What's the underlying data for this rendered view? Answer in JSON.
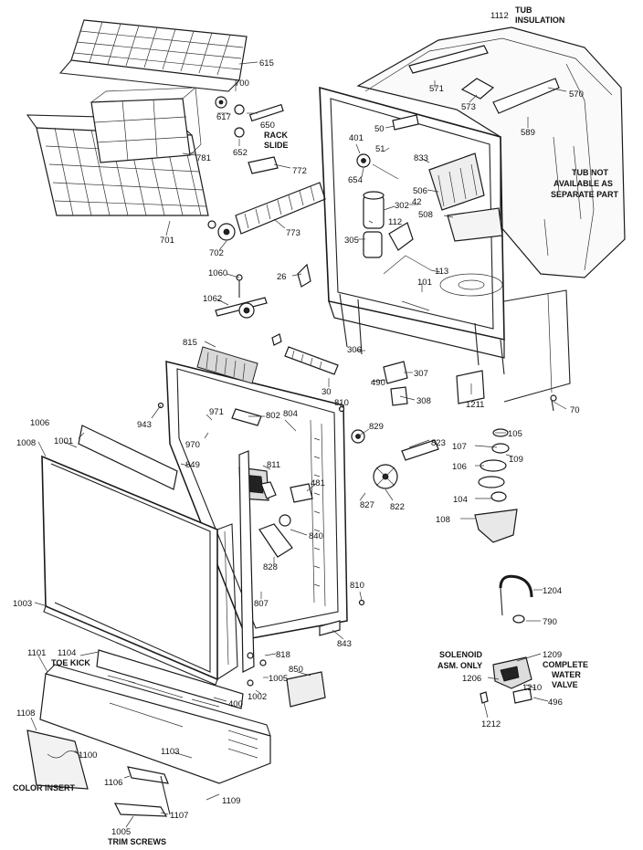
{
  "labels": {
    "l1112": "1112",
    "l615": "615",
    "l700": "700",
    "l617": "617",
    "l650": "650",
    "l652": "652",
    "l781": "781",
    "l772": "772",
    "l701": "701",
    "l702": "702",
    "l773": "773",
    "l571": "571",
    "l573": "573",
    "l570": "570",
    "l589": "589",
    "l50": "50",
    "l401": "401",
    "l51": "51",
    "l833": "833",
    "l654": "654",
    "l506": "506",
    "l302": "302",
    "l42": "42",
    "l508": "508",
    "l112": "112",
    "l305": "305",
    "l113": "113",
    "l101": "101",
    "l26": "26",
    "l1060": "1060",
    "l1062": "1062",
    "l815": "815",
    "l306": "306",
    "l307": "307",
    "l490": "490",
    "l308": "308",
    "l1211": "1211",
    "l70": "70",
    "l30": "30",
    "l810a": "810",
    "l943": "943",
    "l971": "971",
    "l802": "802",
    "l804": "804",
    "l829": "829",
    "l970": "970",
    "l1006": "1006",
    "l1001": "1001",
    "l1008": "1008",
    "l849": "849",
    "l811": "811",
    "l481": "481",
    "l823": "823",
    "l105": "105",
    "l107": "107",
    "l109": "109",
    "l106": "106",
    "l827": "827",
    "l822": "822",
    "l104": "104",
    "l108": "108",
    "l840": "840",
    "l828": "828",
    "l1003": "1003",
    "l807": "807",
    "l810b": "810",
    "l1204": "1204",
    "l790": "790",
    "l843": "843",
    "l1101": "1101",
    "l1104": "1104",
    "l818": "818",
    "l1005a": "1005",
    "l850": "850",
    "l1002": "1002",
    "l400": "400",
    "l1209": "1209",
    "l1206": "1206",
    "l1210": "1210",
    "l496": "496",
    "l1212": "1212",
    "l1108": "1108",
    "l1100": "1100",
    "l1103": "1103",
    "l1106": "1106",
    "l1109": "1109",
    "l1107": "1107",
    "l1005b": "1005"
  },
  "notes": {
    "tub_insulation_1": "TUB",
    "tub_insulation_2": "INSULATION",
    "rack_slide_1": "RACK",
    "rack_slide_2": "SLIDE",
    "tub_not_available_1": "TUB NOT",
    "tub_not_available_2": "AVAILABLE AS",
    "tub_not_available_3": "SEPARATE PART",
    "toe_kick": "TOE KICK",
    "solenoid_1": "SOLENOID",
    "solenoid_2": "ASM. ONLY",
    "complete_valve_1": "COMPLETE",
    "complete_valve_2": "WATER",
    "complete_valve_3": "VALVE",
    "color_insert": "COLOR INSERT",
    "trim_screws": "TRIM SCREWS"
  }
}
